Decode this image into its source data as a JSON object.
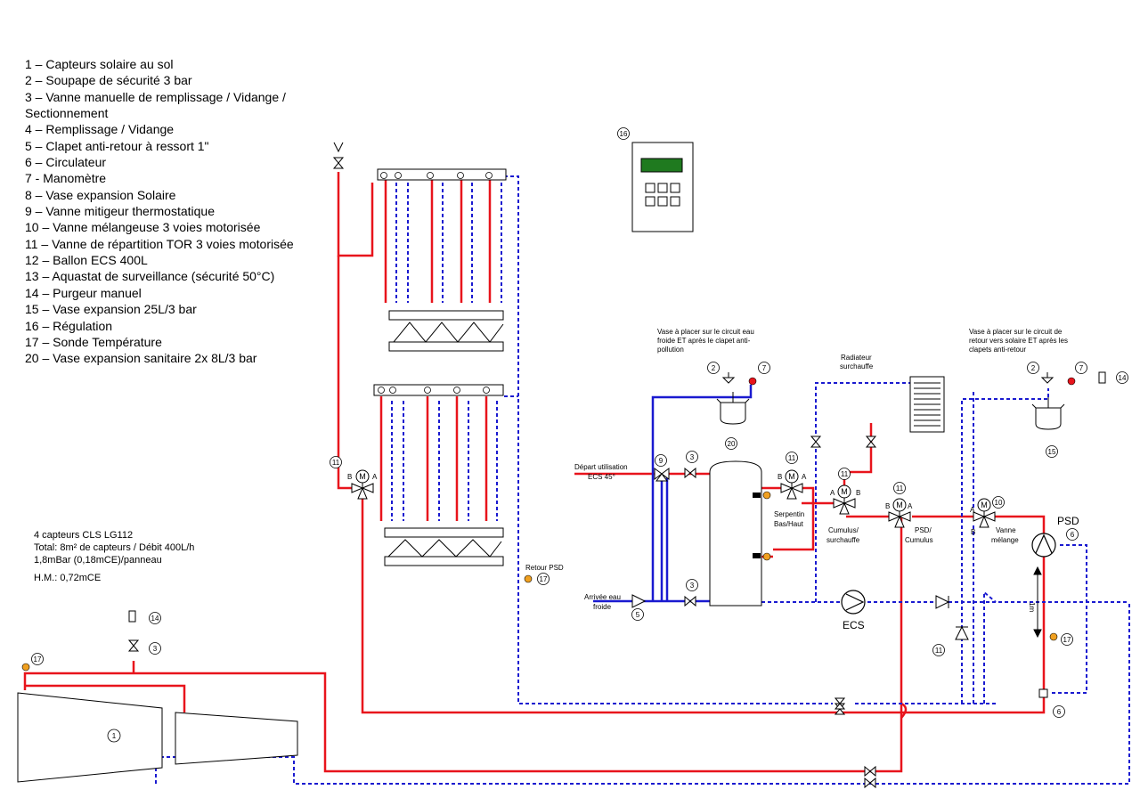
{
  "legend": [
    "1 – Capteurs solaire au sol",
    "2 – Soupape de sécurité 3 bar",
    "3 – Vanne manuelle de remplissage / Vidange /",
    "Sectionnement",
    "4 – Remplissage / Vidange",
    "5 – Clapet anti-retour à ressort 1\"",
    "6 – Circulateur",
    "7 - Manomètre",
    "8 – Vase expansion Solaire",
    "9 – Vanne mitigeur thermostatique",
    "10 – Vanne mélangeuse 3 voies motorisée",
    "11 – Vanne de répartition TOR 3 voies motorisée",
    "12 – Ballon ECS 400L",
    "13 – Aquastat de surveillance (sécurité 50°C)",
    "14 – Purgeur manuel",
    "15 – Vase expansion 25L/3 bar",
    "16 – Régulation",
    "17 – Sonde Température",
    "20 – Vase expansion sanitaire 2x 8L/3 bar"
  ],
  "collector_info": {
    "line1": "4 capteurs CLS LG112",
    "line2": "Total: 8m² de capteurs / Débit 400L/h",
    "line3": "1,8mBar (0,18mCE)/panneau",
    "line4": "H.M.: 0,72mCE"
  },
  "notes": {
    "vase_ecs_1": "Vase à placer sur le circuit eau",
    "vase_ecs_2": "froide ET après le clapet anti-",
    "vase_ecs_3": "pollution",
    "vase_sol_1": "Vase à placer sur le circuit de",
    "vase_sol_2": "retour vers solaire ET après les",
    "vase_sol_3": "clapets anti-retour"
  },
  "labels": {
    "radiateur_1": "Radiateur",
    "radiateur_2": "surchauffe",
    "depart_1": "Départ utilisation",
    "depart_2": "ECS 45°",
    "arrivee_1": "Arrivée eau",
    "arrivee_2": "froide",
    "serpentin_1": "Serpentin",
    "serpentin_2": "Bas/Haut",
    "cumulus_1": "Cumulus/",
    "cumulus_2": "surchauffe",
    "psd_cumulus_1": "PSD/",
    "psd_cumulus_2": "Cumulus",
    "vanne_1": "Vanne",
    "vanne_2": "mélange",
    "psd": "PSD",
    "ecs": "ECS",
    "retour_psd": "Retour PSD",
    "dim_1m": "1m",
    "port_a": "A",
    "port_b": "B",
    "motor": "M"
  },
  "colors": {
    "hot_pipe": "#e8141c",
    "cold_pipe": "#1a1ad0",
    "sensor": "#f0a020",
    "display": "#1f7a1f"
  }
}
